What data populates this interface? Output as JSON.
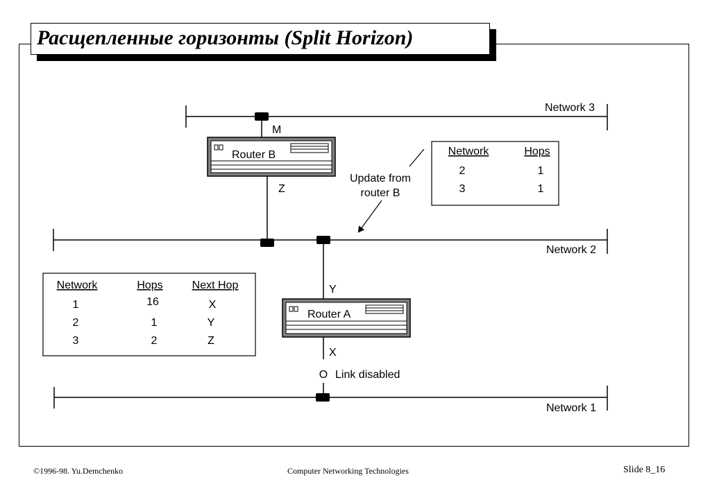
{
  "title": "Расщепленные горизонты (Split Horizon)",
  "networks": {
    "network3": "Network 3",
    "network2": "Network 2",
    "network1": "Network 1"
  },
  "routers": {
    "router_b": "Router B",
    "router_a": "Router A"
  },
  "ports": {
    "m": "M",
    "z": "Z",
    "y": "Y",
    "x": "X"
  },
  "update_label": [
    "Update from",
    "router B"
  ],
  "link_disabled": {
    "symbol": "O",
    "label": "Link disabled"
  },
  "update_table": {
    "headers": [
      "Network",
      "Hops"
    ],
    "rows": [
      [
        "2",
        "1"
      ],
      [
        "3",
        "1"
      ]
    ]
  },
  "routing_table": {
    "headers": [
      "Network",
      "Hops",
      "Next Hop"
    ],
    "rows": [
      [
        "1",
        "16",
        "X"
      ],
      [
        "2",
        "1",
        "Y"
      ],
      [
        "3",
        "2",
        "Z"
      ]
    ]
  },
  "footer": {
    "copyright": "©1996-98. Yu.Demchenko",
    "course": "Computer Networking Technologies",
    "slide": "Slide 8_16"
  }
}
